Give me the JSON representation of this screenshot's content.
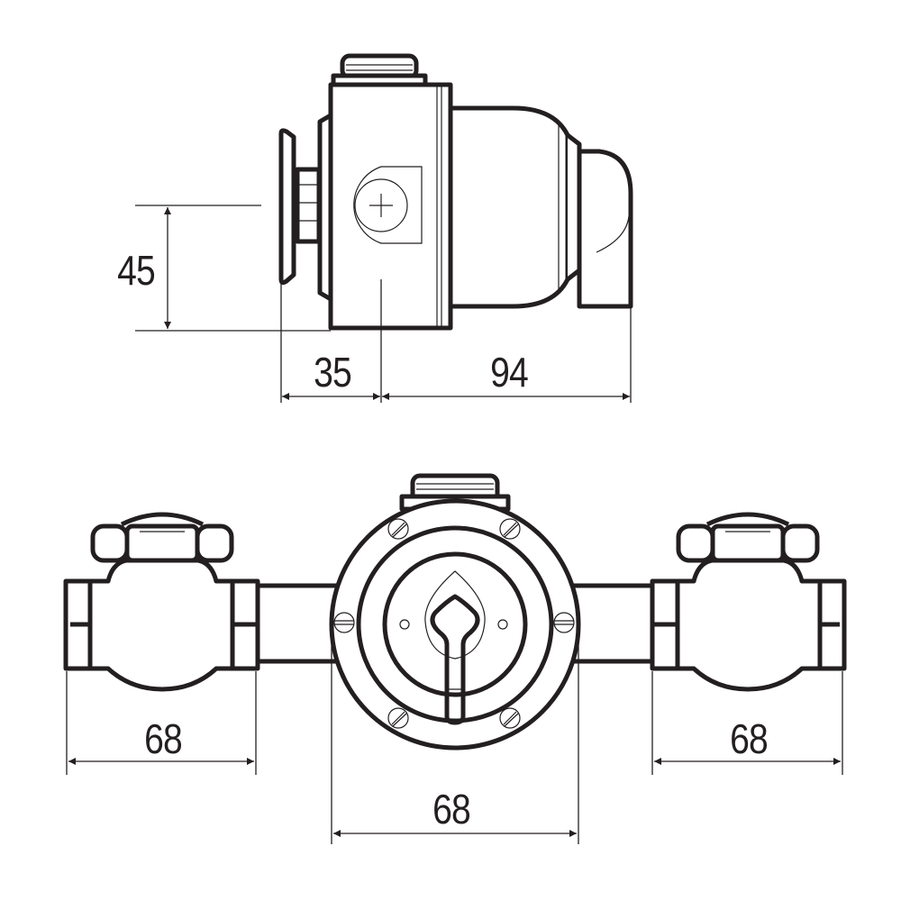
{
  "title": "Valve assembly dimension drawing",
  "side_view": {
    "dim_height": "45",
    "dim_left": "35",
    "dim_right": "94"
  },
  "front_view": {
    "dim_left_valve": "68",
    "dim_center_body": "68",
    "dim_right_valve": "68"
  },
  "line_color": "#231f20"
}
